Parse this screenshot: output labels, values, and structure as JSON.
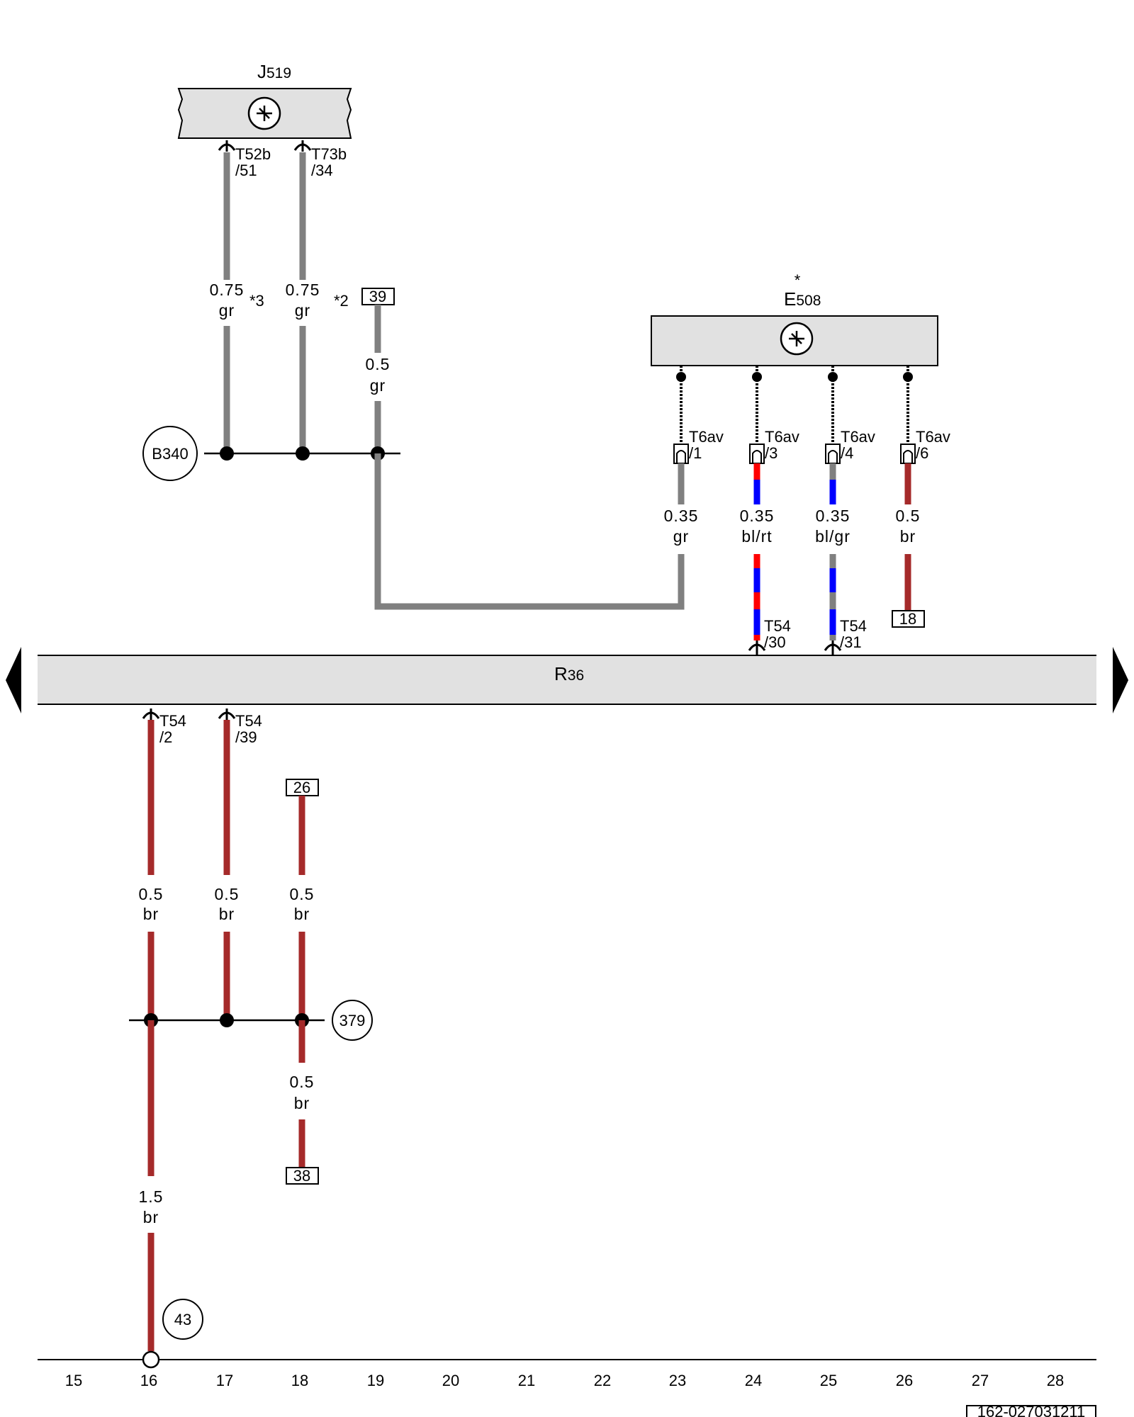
{
  "components": {
    "j519": {
      "letter": "J",
      "number": "519"
    },
    "e508": {
      "letter": "E",
      "number": "508",
      "note": "*"
    },
    "r36": {
      "letter": "R",
      "number": "36"
    }
  },
  "connectors": {
    "j519_pin1": {
      "name": "T52b",
      "pin": "/51"
    },
    "j519_pin2": {
      "name": "T73b",
      "pin": "/34"
    },
    "e508_pin1": {
      "name": "T6av",
      "pin": "/1"
    },
    "e508_pin3": {
      "name": "T6av",
      "pin": "/3"
    },
    "e508_pin4": {
      "name": "T6av",
      "pin": "/4"
    },
    "e508_pin6": {
      "name": "T6av",
      "pin": "/6"
    },
    "r36_top30": {
      "name": "T54",
      "pin": "/30"
    },
    "r36_top31": {
      "name": "T54",
      "pin": "/31"
    },
    "r36_bot2": {
      "name": "T54",
      "pin": "/2"
    },
    "r36_bot39": {
      "name": "T54",
      "pin": "/39"
    }
  },
  "wires": {
    "w1": {
      "size": "0.75",
      "color": "gr",
      "note": "*3"
    },
    "w2": {
      "size": "0.75",
      "color": "gr",
      "note": "*2"
    },
    "w3": {
      "size": "0.5",
      "color": "gr"
    },
    "w4": {
      "size": "0.35",
      "color": "gr"
    },
    "w5": {
      "size": "0.35",
      "color": "bl/rt"
    },
    "w6": {
      "size": "0.35",
      "color": "bl/gr"
    },
    "w7": {
      "size": "0.5",
      "color": "br"
    },
    "w8": {
      "size": "0.5",
      "color": "br"
    },
    "w9": {
      "size": "0.5",
      "color": "br"
    },
    "w10": {
      "size": "0.5",
      "color": "br"
    },
    "w11": {
      "size": "0.5",
      "color": "br"
    },
    "w12": {
      "size": "1.5",
      "color": "br"
    }
  },
  "references": {
    "ref39": "39",
    "ref18": "18",
    "ref26": "26",
    "ref38": "38"
  },
  "splices": {
    "b340": "B340",
    "s379": "379",
    "g43": "43"
  },
  "track_numbers": [
    "15",
    "16",
    "17",
    "18",
    "19",
    "20",
    "21",
    "22",
    "23",
    "24",
    "25",
    "26",
    "27",
    "28"
  ],
  "document_id": "162-027031211",
  "colors": {
    "gr": "#808080",
    "br": "#a52a2a",
    "bl": "#0000ff",
    "rt": "#ff0000",
    "component_fill": "#e1e1e1"
  }
}
